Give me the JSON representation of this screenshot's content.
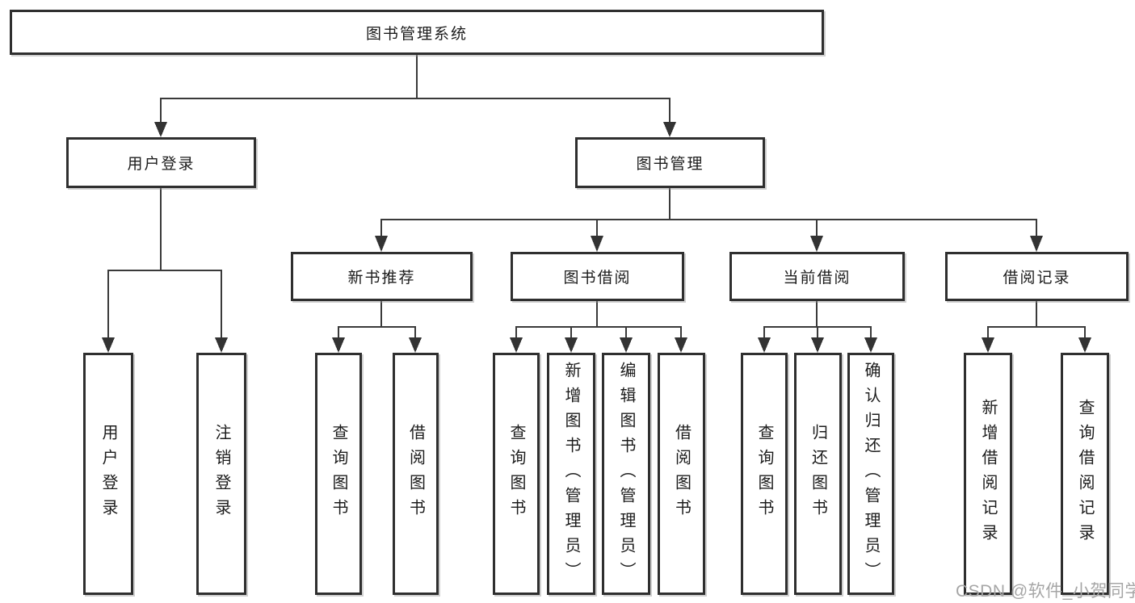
{
  "tree": {
    "root": {
      "label": "图书管理系统"
    },
    "level2": [
      {
        "label": "用户登录",
        "children": [
          {
            "label": "用户登录"
          },
          {
            "label": "注销登录"
          }
        ]
      },
      {
        "label": "图书管理",
        "children": [
          {
            "label": "新书推荐",
            "children": [
              {
                "label": "查询图书"
              },
              {
                "label": "借阅图书"
              }
            ]
          },
          {
            "label": "图书借阅",
            "children": [
              {
                "label": "查询图书"
              },
              {
                "label": "新增图书（管理员）"
              },
              {
                "label": "编辑图书（管理员）"
              },
              {
                "label": "借阅图书"
              }
            ]
          },
          {
            "label": "当前借阅",
            "children": [
              {
                "label": "查询图书"
              },
              {
                "label": "归还图书"
              },
              {
                "label": "确认归还（管理员）"
              }
            ]
          },
          {
            "label": "借阅记录",
            "children": [
              {
                "label": "新增借阅记录"
              },
              {
                "label": "查询借阅记录"
              }
            ]
          }
        ]
      }
    ]
  },
  "watermark": {
    "text": "CSDN @软件_小贺同学"
  },
  "colors": {
    "line": "#3a3a3a",
    "box_border": "#2f2f2f",
    "text": "#1c1c1c",
    "watermark": "#a6a6a6",
    "background": "#ffffff"
  }
}
